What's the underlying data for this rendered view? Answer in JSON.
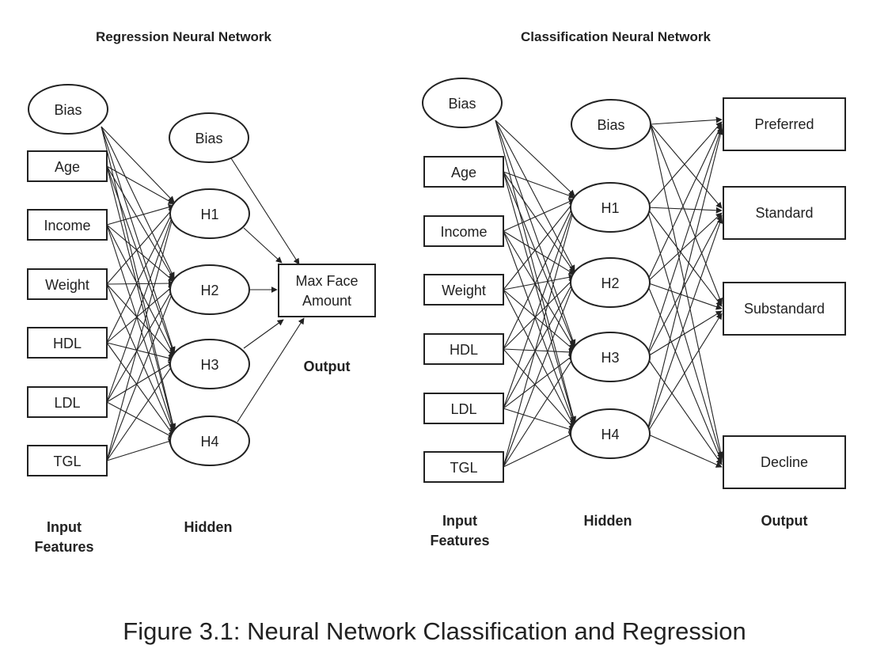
{
  "regression": {
    "title": "Regression Neural Network",
    "inputs": [
      "Bias",
      "Age",
      "Income",
      "Weight",
      "HDL",
      "LDL",
      "TGL"
    ],
    "hidden": [
      "Bias",
      "H1",
      "H2",
      "H3",
      "H4"
    ],
    "output": [
      "Max Face",
      "Amount"
    ],
    "labels": {
      "input_line1": "Input",
      "input_line2": "Features",
      "hidden": "Hidden",
      "output": "Output"
    }
  },
  "classification": {
    "title": "Classification Neural Network",
    "inputs": [
      "Bias",
      "Age",
      "Income",
      "Weight",
      "HDL",
      "LDL",
      "TGL"
    ],
    "hidden": [
      "Bias",
      "H1",
      "H2",
      "H3",
      "H4"
    ],
    "outputs": [
      "Preferred",
      "Standard",
      "Substandard",
      "Decline"
    ],
    "labels": {
      "input_line1": "Input",
      "input_line2": "Features",
      "hidden": "Hidden",
      "output": "Output"
    }
  },
  "caption": "Figure 3.1: Neural Network Classification and Regression"
}
